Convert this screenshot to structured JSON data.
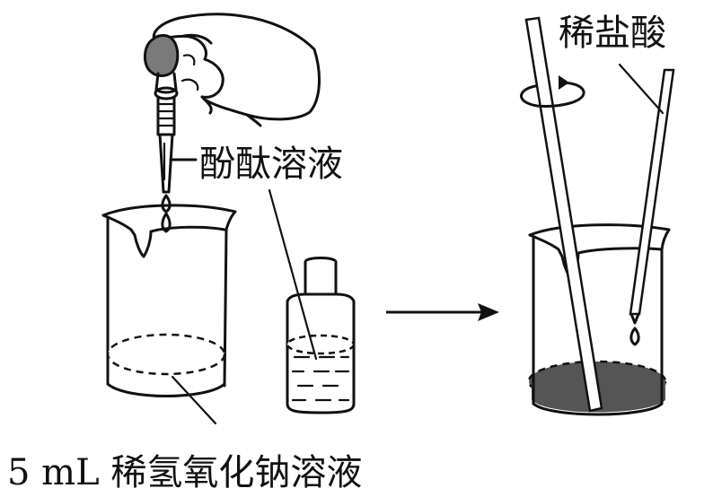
{
  "labels": {
    "phenolphthalein": "酚酞溶液",
    "hydrochloric_acid": "稀盐酸",
    "naoh_amount": "5 mL",
    "naoh_name": "稀氢氧化钠溶液"
  },
  "colors": {
    "ink": "#111111",
    "dark_solution": "#555555",
    "light_solution": "#e4e4e4",
    "rubber_bulb": "#7a7a7a"
  },
  "icons": {
    "arrow": "right-arrow",
    "rotation": "rotation-icon"
  }
}
